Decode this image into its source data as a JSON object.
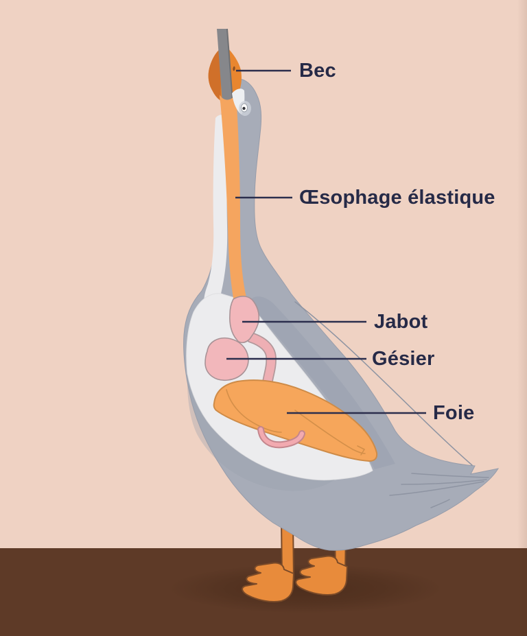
{
  "diagram": {
    "labels": {
      "bec": "Bec",
      "oesophage": "Œsophage élastique",
      "jabot": "Jabot",
      "gesier": "Gésier",
      "foie": "Foie"
    },
    "colors": {
      "background": "#efd2c3",
      "floor": "#5e3a27",
      "ground_shadow": "#3f2414",
      "body_gray": "#a7acb8",
      "body_shading_gray": "#99a0af",
      "cutaway_white": "#ececee",
      "organ_pink": "#f2b7bb",
      "duct_pink": "#eeafb4",
      "liver_orange": "#f6a65b",
      "esophagus_orange": "#f5a55f",
      "beak_orange": "#e8862f",
      "beak_shadow_orange": "#d0702a",
      "feet_orange": "#e88b3b",
      "feet_outline": "#7a4a28",
      "feeding_tube_gray": "#86878b",
      "label_text": "#262a47",
      "leader_line": "#2b2e4d"
    }
  }
}
